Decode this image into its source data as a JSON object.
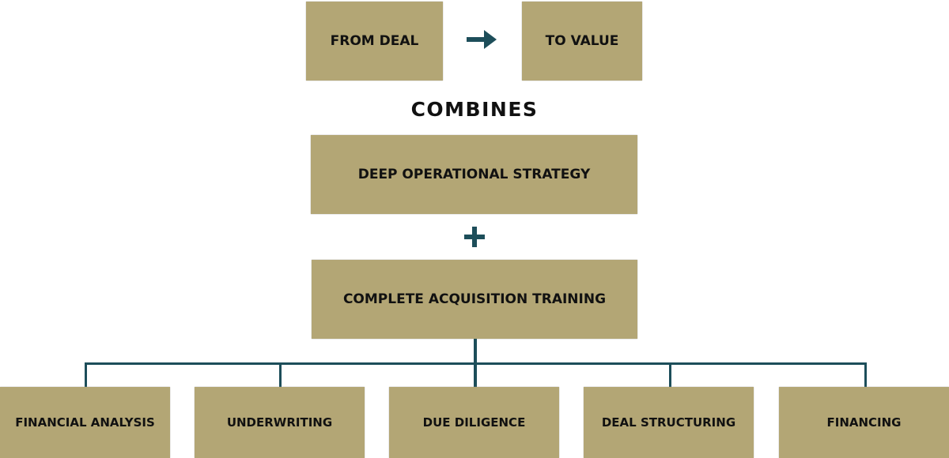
{
  "header": {
    "from_label": "FROM DEAL",
    "to_label": "TO VALUE",
    "arrow_icon": "arrow-right-icon"
  },
  "combines_label": "COMBINES",
  "strategy_label": "DEEP OPERATIONAL STRATEGY",
  "plus_icon": "plus-icon",
  "training_label": "COMPLETE ACQUISITION TRAINING",
  "components": [
    {
      "label": "FINANCIAL ANALYSIS"
    },
    {
      "label": "UNDERWRITING"
    },
    {
      "label": "DUE DILIGENCE"
    },
    {
      "label": "DEAL STRUCTURING"
    },
    {
      "label": "FINANCING"
    }
  ],
  "colors": {
    "box": "#b3a675",
    "accent": "#1d4e5a"
  }
}
